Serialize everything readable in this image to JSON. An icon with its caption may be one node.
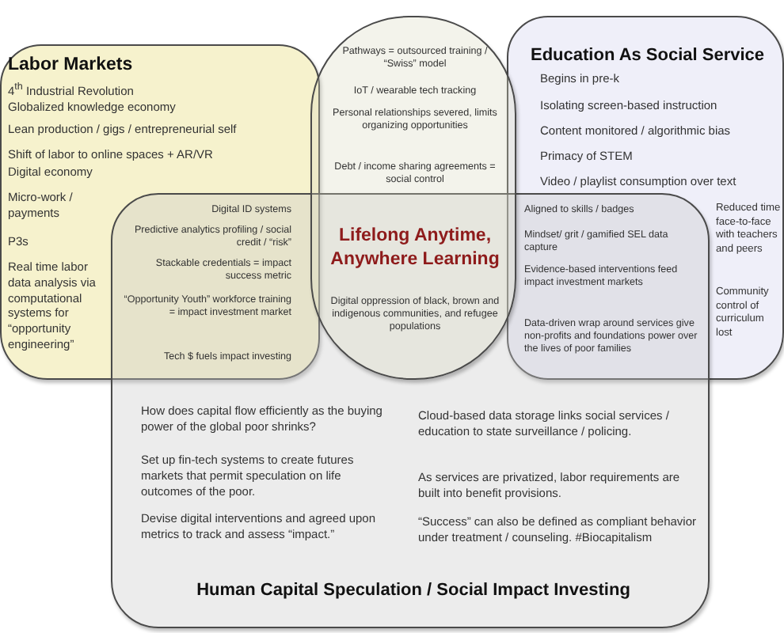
{
  "diagram": {
    "nodes": [
      {
        "text": [
          "Labor Markets",
          "4$^{th}$ Industrial Revolution",
          "Globalized knowledge economy",
          "Lean production / gigs / entrepreneurial self",
          "Shift of labor to online spaces + AR/VR",
          "Digital economy",
          "Micro-work / payments",
          "P3s",
          "Real time labor data analysis via computational systems for “opportunity engineering”"
        ]
      },
      {
        "text": [
          "Education As Social Service",
          "Begins in pre-k",
          "Isolating screen-based instruction",
          "Content monitored / algorithmic bias",
          "Primacy of STEM",
          "Video / playlist consumption over text",
          "Reduced time face-to-face with teachers and peers",
          "Community control of curriculum lost"
        ]
      },
      {
        "text": [
          "How does capital flow efficiently as the buying power of the global poor shrinks?",
          "Set up fin-tech systems to create futures markets that permit speculation on life outcomes of the poor.",
          "Devise digital interventions and agreed upon metrics to track and assess “impact.”",
          "Cloud-based data storage links social services / education to state surveillance / policing.",
          "As services are privatized, labor requirements are built into benefit provisions.",
          "“Success” can also be defined as compliant behavior under treatment / counseling. #Biocapitalism",
          "Human Capital Speculation / Social Impact Investing"
        ]
      },
      {
        "text": [
          "Pathways = outsourced training / “Swiss” model",
          "IoT / wearable tech tracking",
          "Personal relationships severed, limits organizing opportunities",
          "Debt / income sharing agreements = social control",
          "Lifelong Anytime, Anywhere Learning",
          "Digital oppression of black, brown and indigenous communities, and refugee populations"
        ]
      }
    ],
    "labels": [
      "Digital ID systems",
      "Predictive analytics profiling / social credit / “risk”",
      "Stackable credentials = impact success metric",
      "“Opportunity Youth” workforce training = impact investment market",
      "Tech $ fuels impact investing",
      "Aligned to skills / badges",
      "Mindset/ grit / gamified SEL data capture",
      "Evidence-based interventions feed impact investment markets",
      "Data-driven wrap around services give non-profits and foundations power over the lives of poor families"
    ]
  }
}
